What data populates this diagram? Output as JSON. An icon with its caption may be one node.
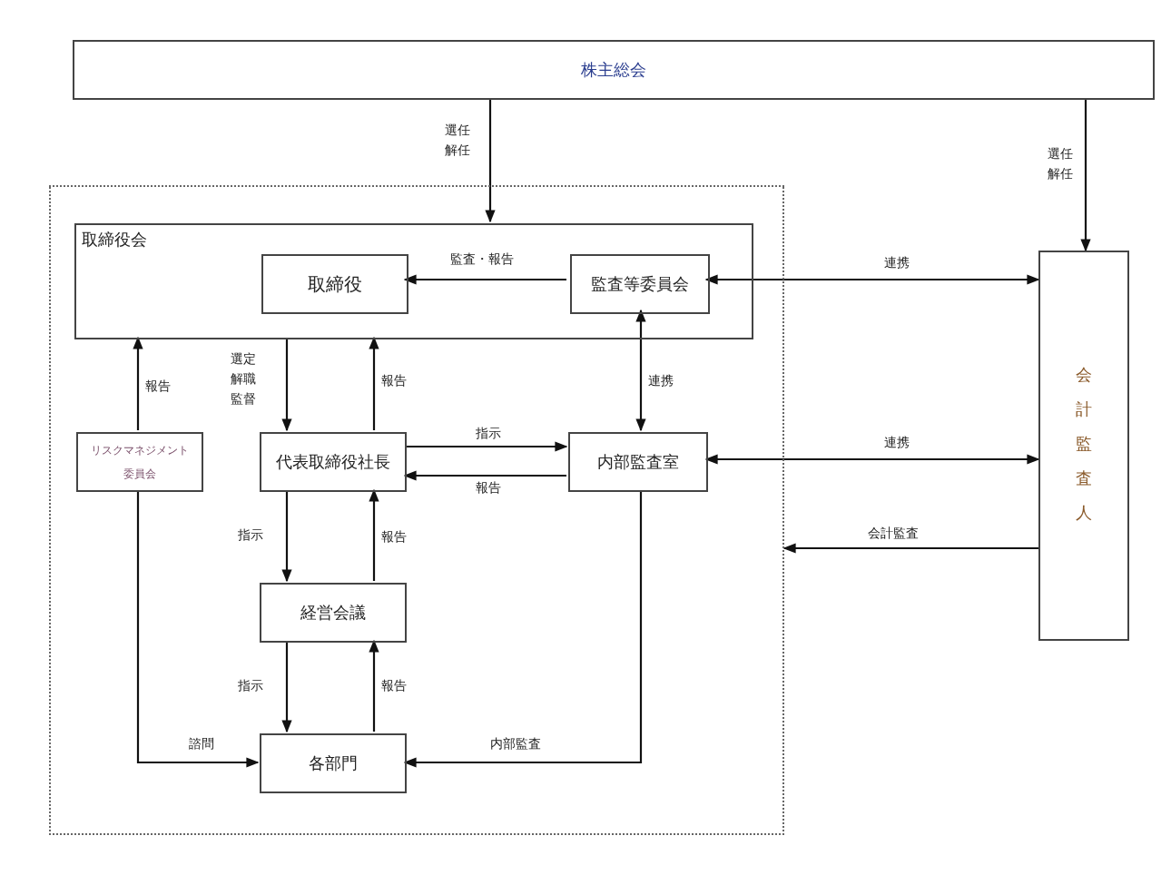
{
  "diagram": {
    "nodes": [
      {
        "text": [
          "株主総会"
        ]
      },
      {
        "text": [],
        "shape": "box"
      },
      {
        "text": [
          "取締役会"
        ],
        "in": 1
      },
      {
        "text": [
          "取締役"
        ],
        "in": 2
      },
      {
        "text": [
          "監査等委員会"
        ],
        "in": 2
      },
      {
        "text": [
          "リスクマネジメント委員会"
        ],
        "in": 1
      },
      {
        "text": [
          "代表取締役社長"
        ],
        "in": 1
      },
      {
        "text": [
          "内部監査室"
        ],
        "in": 1
      },
      {
        "text": [
          "経営会議"
        ],
        "in": 1
      },
      {
        "text": [
          "各部門"
        ],
        "in": 1
      },
      {
        "text": [
          "会計監査人"
        ]
      }
    ],
    "edges": [
      {
        "from": 0,
        "to": 2,
        "arrow": "to",
        "label": "選任解任"
      },
      {
        "from": 0,
        "to": 10,
        "arrow": "to",
        "label": "選任解任"
      },
      {
        "from": 4,
        "to": 3,
        "arrow": "to",
        "label": "監査・報告"
      },
      {
        "from": 10,
        "to": 4,
        "arrow": "both",
        "label": "連携"
      },
      {
        "from": 7,
        "to": 4,
        "arrow": "both",
        "label": "連携"
      },
      {
        "from": 5,
        "to": 2,
        "arrow": "to",
        "label": "報告"
      },
      {
        "from": 2,
        "to": 6,
        "arrow": "to",
        "label": "選定解職監督"
      },
      {
        "from": 6,
        "to": 2,
        "arrow": "to",
        "label": "報告"
      },
      {
        "from": 6,
        "to": 7,
        "arrow": "to",
        "label": "指示"
      },
      {
        "from": 7,
        "to": 6,
        "arrow": "to",
        "label": "報告"
      },
      {
        "from": 6,
        "to": 8,
        "arrow": "to",
        "label": "指示"
      },
      {
        "from": 8,
        "to": 6,
        "arrow": "to",
        "label": "報告"
      },
      {
        "from": 8,
        "to": 9,
        "arrow": "to",
        "label": "指示"
      },
      {
        "from": 9,
        "to": 8,
        "arrow": "to",
        "label": "報告"
      },
      {
        "from": 5,
        "to": 9,
        "arrow": "to",
        "label": "諮問"
      },
      {
        "from": 7,
        "to": 9,
        "arrow": "to",
        "label": "内部監査"
      },
      {
        "from": 10,
        "to": 7,
        "arrow": "both",
        "label": "連携"
      },
      {
        "from": 10,
        "to": 1,
        "arrow": "to",
        "label": "会計監査"
      }
    ]
  }
}
